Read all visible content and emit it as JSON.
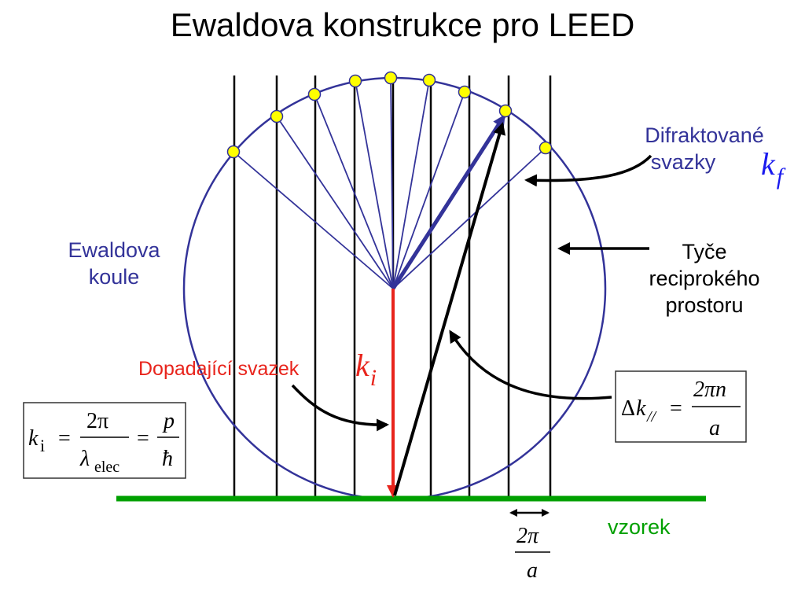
{
  "title": "Ewaldova konstrukce pro LEED",
  "labels": {
    "ewald_sphere": [
      "Ewaldova",
      "koule"
    ],
    "diffracted_beams": [
      "Difraktované",
      "svazky"
    ],
    "rods": [
      "Tyče",
      "reciprokého",
      "prostoru"
    ],
    "incident_beam": "Dopadající svazek",
    "sample": "vzorek"
  },
  "symbols": {
    "k_f": [
      "k",
      "f"
    ],
    "k_i": [
      "k",
      "i"
    ]
  },
  "formulas": {
    "ki": {
      "lhs_base": "k",
      "lhs_sub": "i",
      "eq": "=",
      "frac1_num": "2π",
      "frac1_den_base": "λ",
      "frac1_den_sub": "elec",
      "frac2_num": "p",
      "frac2_den": "ħ"
    },
    "dk": {
      "lhs_delta": "Δ",
      "lhs_base": "k",
      "lhs_sub": "//",
      "eq": "=",
      "num": "2πn",
      "den": "a"
    },
    "spacing": {
      "num": "2π",
      "den": "a"
    }
  },
  "colors": {
    "sphere": "#333399",
    "incident": "#e8241c",
    "sample": "#00a000",
    "points": "#ffff00",
    "rods": "#000000"
  }
}
